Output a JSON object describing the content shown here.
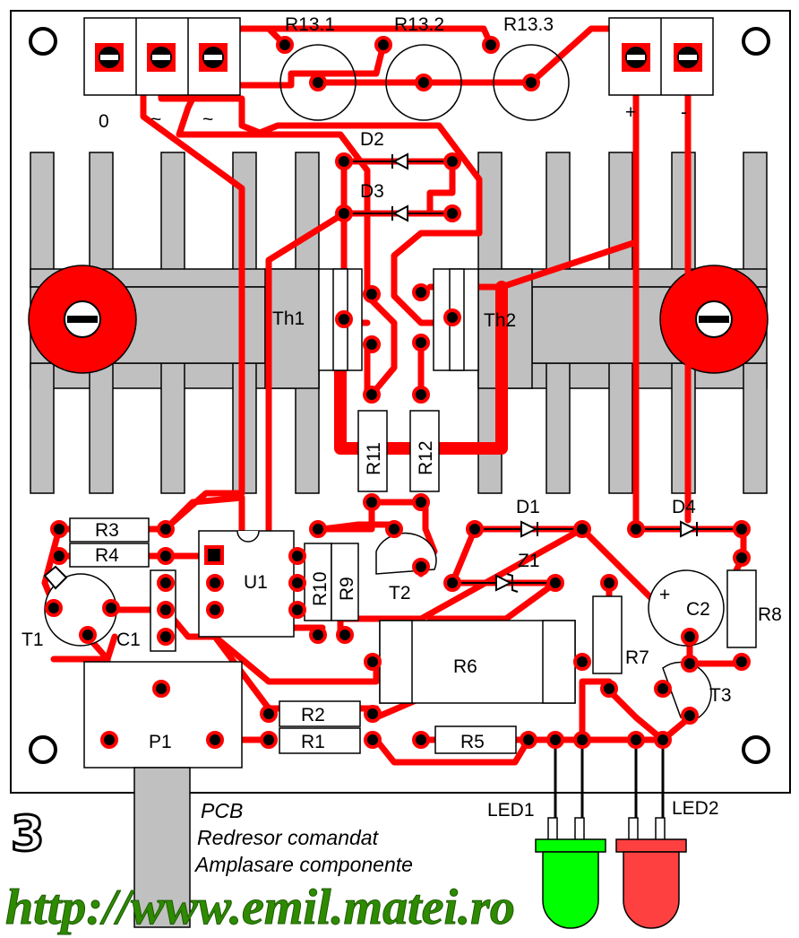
{
  "title_lines": [
    "PCB",
    "Redresor comandat",
    "Amplasare componente"
  ],
  "figure_number": "3",
  "url": "http://www.emil.matei.ro",
  "terminals": {
    "ac": [
      "0",
      "~",
      "~"
    ],
    "dc": [
      "+",
      "-"
    ]
  },
  "components": {
    "R13_1": "R13.1",
    "R13_2": "R13.2",
    "R13_3": "R13.3",
    "D1": "D1",
    "D2": "D2",
    "D3": "D3",
    "D4": "D4",
    "Th1": "Th1",
    "Th2": "Th2",
    "R1": "R1",
    "R2": "R2",
    "R3": "R3",
    "R4": "R4",
    "R5": "R5",
    "R6": "R6",
    "R7": "R7",
    "R8": "R8",
    "R9": "R9",
    "R10": "R10",
    "R11": "R11",
    "R12": "R12",
    "U1": "U1",
    "T1": "T1",
    "T2": "T2",
    "T3": "T3",
    "C1": "C1",
    "C2": "C2",
    "C2_polarity": "+",
    "Z1": "Z1",
    "P1": "P1",
    "LED1": "LED1",
    "LED2": "LED2"
  },
  "colors": {
    "copper": "#ff0000",
    "heatsink": "#c0c0c0",
    "board": "#ffffff",
    "led_green": "#00ff00",
    "led_red": "#ff4040",
    "url_green": "#2e8b00"
  }
}
